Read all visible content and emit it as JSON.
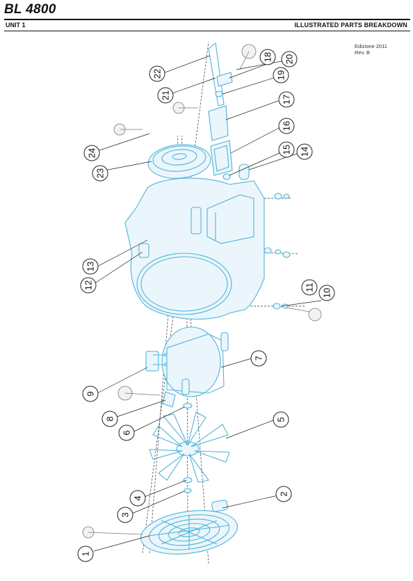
{
  "header": {
    "model": "BL 4800",
    "unit": "UNIT 1",
    "section": "ILLUSTRATED PARTS BREAKDOWN"
  },
  "edition": {
    "line1": "Edizione 2011",
    "line2": "Rev. B"
  },
  "callouts": [
    "1",
    "2",
    "3",
    "4",
    "5",
    "6",
    "7",
    "8",
    "9",
    "10",
    "11",
    "12",
    "13",
    "14",
    "15",
    "16",
    "17",
    "18",
    "19",
    "20",
    "21",
    "22",
    "23",
    "24"
  ],
  "colors": {
    "part_line": "#4fb3d9",
    "ink": "#111111"
  }
}
